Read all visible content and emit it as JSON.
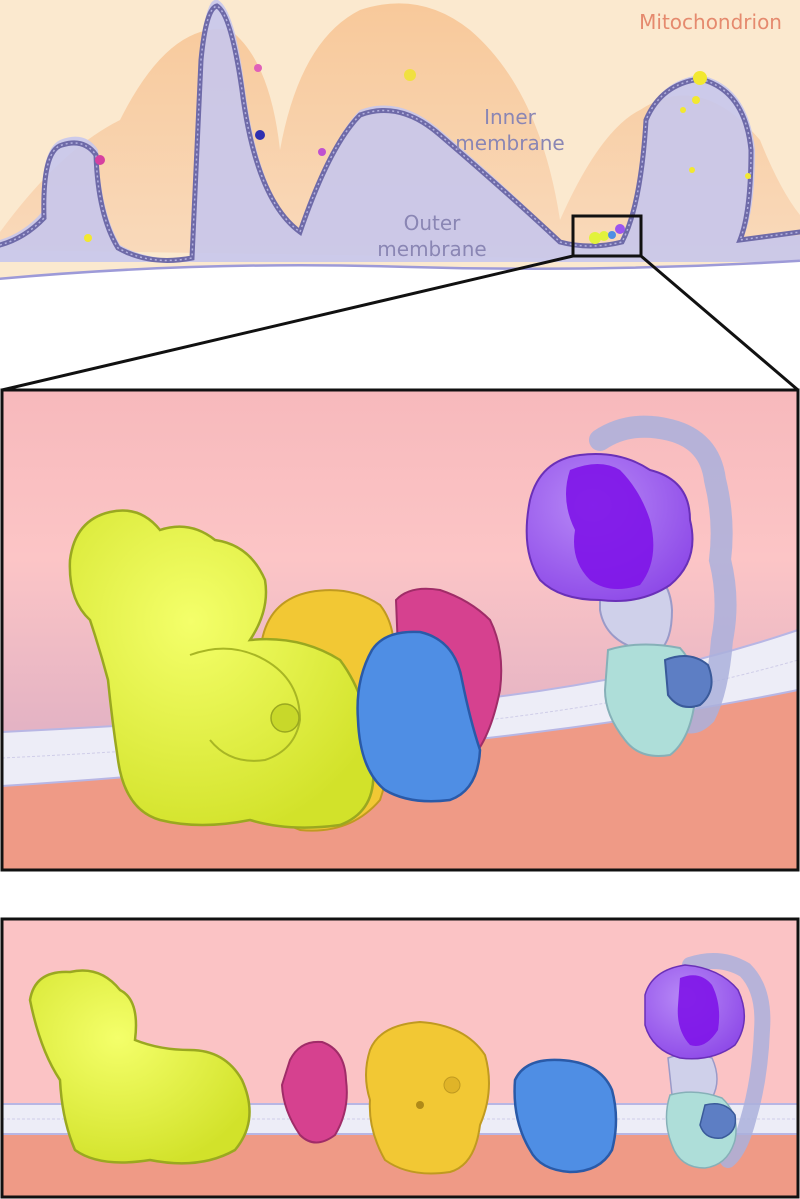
{
  "labels": {
    "mitochondrion": "Mitochondrion",
    "inner_membrane": [
      "Inner",
      "membrane"
    ],
    "outer_membrane": [
      "Outer",
      "membrane"
    ]
  },
  "colors": {
    "matrix_bg": "#fbe9cf",
    "intermembrane_orange": "#f8c79c",
    "inner_membrane": "#7a7ab4",
    "inner_membrane_fill": "#c6c6ec",
    "outer_membrane": "#9d9ad8",
    "panel_pink": "#fbc3c5",
    "panel_salmon": "#ef9a86",
    "bilayer": "#ececf6",
    "complex_I": "#e2f23c",
    "complex_II": "#d6418f",
    "complex_III": "#f2c834",
    "complex_IV": "#4f8ee4",
    "atp_synthase_head": "#9b55ef",
    "atp_synthase_dark": "#7e14e8",
    "atp_synthase_stalk": "#aeded9",
    "label_mito": "#e58a6e",
    "label_membrane": "#8a86b4"
  },
  "panels": {
    "zoom": {
      "name": "assembled-respiratory-chain"
    },
    "separated": {
      "name": "separated-respiratory-complexes"
    }
  }
}
